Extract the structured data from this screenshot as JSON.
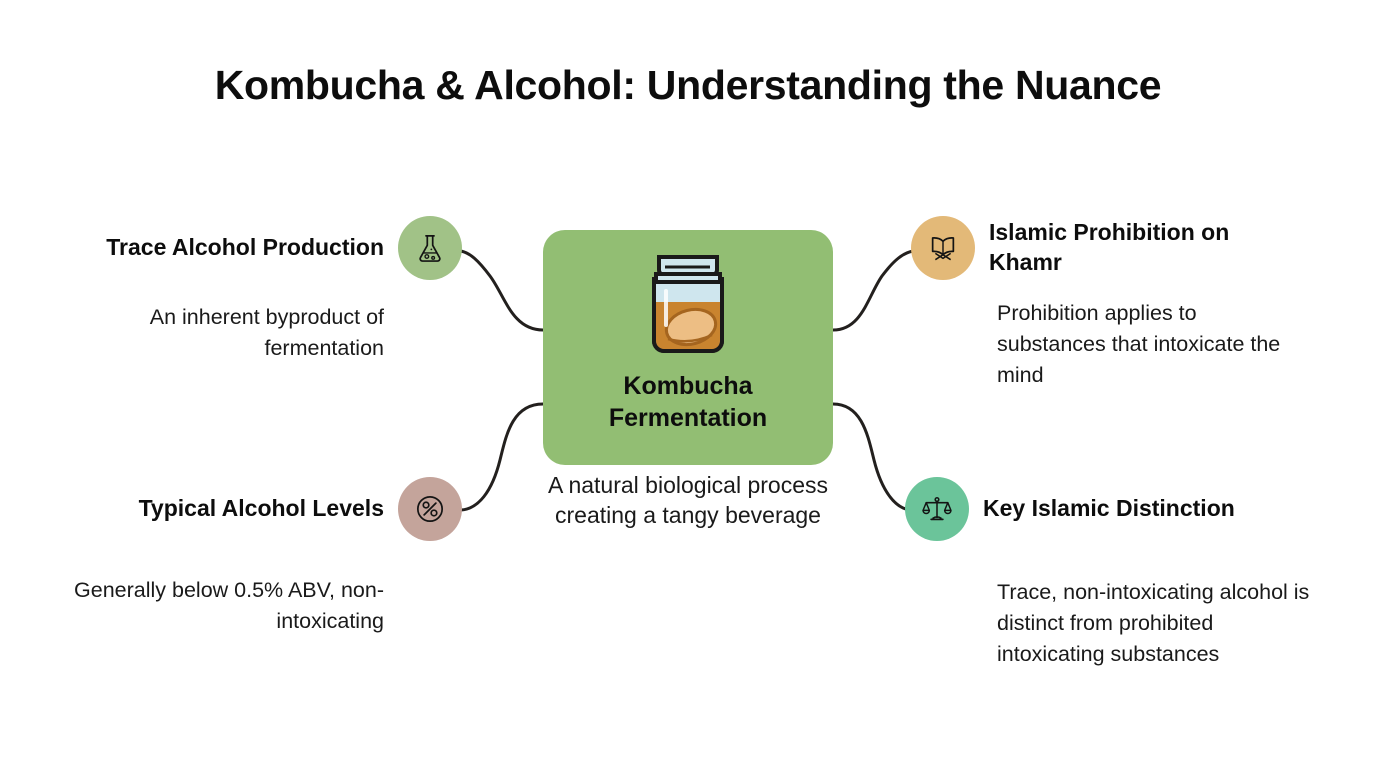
{
  "page": {
    "title": "Kombucha & Alcohol: Understanding the Nuance",
    "background_color": "#ffffff"
  },
  "center": {
    "title": "Kombucha\nFermentation",
    "title_line1": "Kombucha",
    "title_line2": "Fermentation",
    "description": "A natural biological process creating a tangy beverage",
    "icon": "kombucha-jar-icon",
    "box_color": "#92be73",
    "jar_glass_color": "#cfe6ee",
    "jar_liquid_color": "#c9842f",
    "jar_scoby_color": "#edbe84"
  },
  "branches": [
    {
      "id": "trace-alcohol",
      "side": "left",
      "title": "Trace Alcohol Production",
      "description": "An inherent byproduct of fermentation",
      "icon": "flask-icon",
      "circle_color": "#a1c287"
    },
    {
      "id": "typical-levels",
      "side": "left",
      "title": "Typical Alcohol Levels",
      "description": "Generally below 0.5% ABV, non-intoxicating",
      "icon": "percent-icon",
      "circle_color": "#c4a49b"
    },
    {
      "id": "islamic-prohibition",
      "side": "right",
      "title": "Islamic Prohibition on Khamr",
      "description": "Prohibition applies to substances that intoxicate the mind",
      "icon": "open-book-icon",
      "circle_color": "#e3b978"
    },
    {
      "id": "key-distinction",
      "side": "right",
      "title": "Key Islamic Distinction",
      "description": "Trace, non-intoxicating alcohol is distinct from prohibited intoxicating substances",
      "icon": "balance-scale-icon",
      "circle_color": "#6bc49a"
    }
  ],
  "connectors": {
    "stroke_color": "#23201e",
    "stroke_width": 3
  }
}
